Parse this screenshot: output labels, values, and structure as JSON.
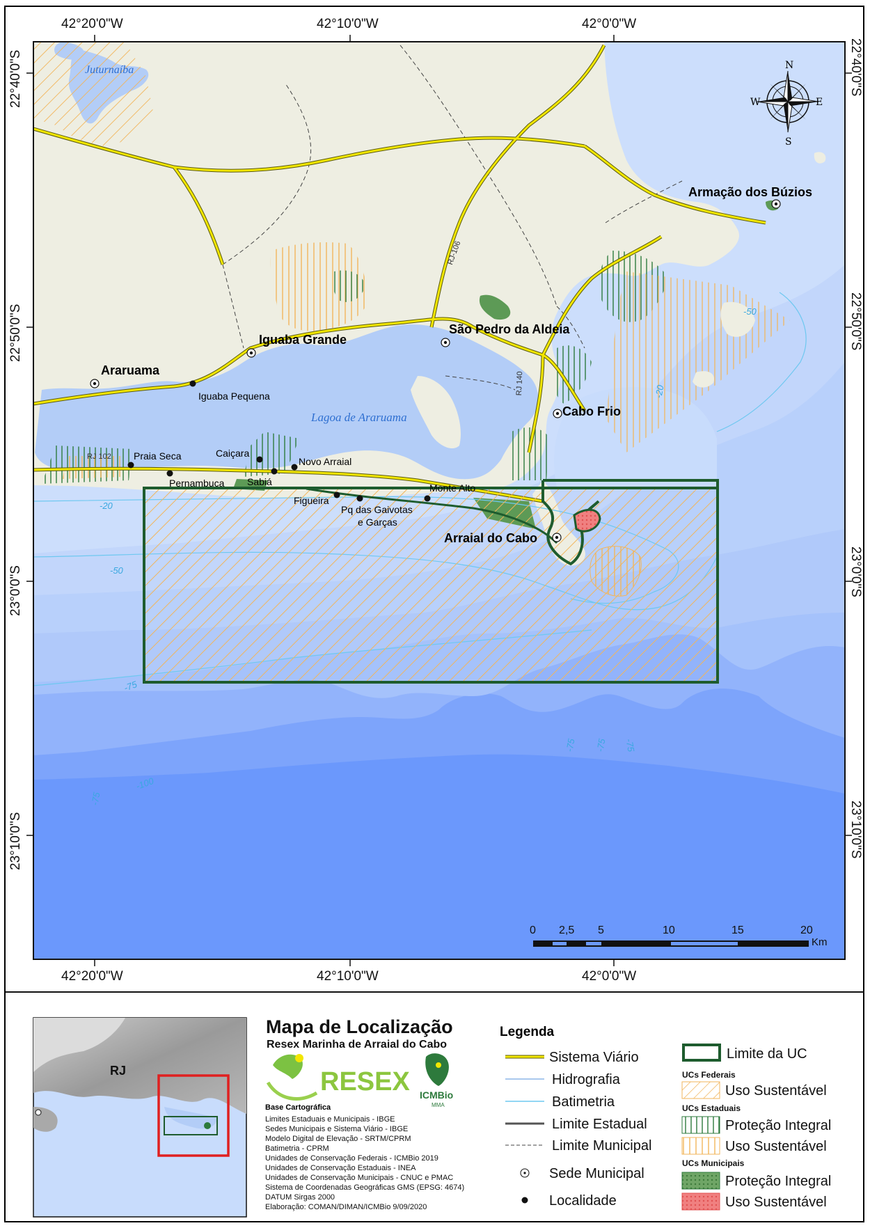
{
  "map": {
    "coords_top": [
      "42°20'0\"W",
      "42°10'0\"W",
      "42°0'0\"W"
    ],
    "coords_bottom": [
      "42°20'0\"W",
      "42°10'0\"W",
      "42°0'0\"W"
    ],
    "coords_left": [
      "22°40'0\"S",
      "22°50'0\"S",
      "23°0'0\"S",
      "23°10'0\"S"
    ],
    "coords_right": [
      "22°40'0\"S",
      "22°50'0\"S",
      "23°0'0\"S",
      "23°10'0\"S"
    ],
    "water_names": [
      "Juturnaíba",
      "Lagoa de Araruama"
    ],
    "road_labels": [
      "RJ-106",
      "RJ 140",
      "RJ 102"
    ],
    "towns": [
      "Armação dos Búzios",
      "São Pedro da Aldeia",
      "Iguaba Grande",
      "Araruama",
      "Cabo Frio",
      "Arraial do Cabo"
    ],
    "localities": [
      "Iguaba Pequena",
      "Praia Seca",
      "Caiçara",
      "Novo Arraial",
      "Pernambuca",
      "Sabiá",
      "Figueira",
      "Monte Alto",
      "Pq das Gaivotas",
      "e Garças"
    ],
    "depths": [
      "-20",
      "-20",
      "-50",
      "-50",
      "-75",
      "-75",
      "-75",
      "-75",
      "-100",
      "-75"
    ],
    "compass": {
      "n": "N",
      "s": "S",
      "e": "E",
      "w": "W"
    },
    "scale": {
      "ticks": [
        "0",
        "2,5",
        "5",
        "10",
        "15",
        "20"
      ],
      "unit": "Km"
    }
  },
  "inset": {
    "label": "RJ"
  },
  "info": {
    "title": "Mapa de Localização",
    "subtitle": "Resex Marinha de Arraial do Cabo",
    "resex_logo": "RESEX",
    "icmbio_logo": "ICMBio",
    "mma": "MMA",
    "base_title": "Base Cartográfica",
    "base_lines": [
      "Limites Estaduais e Municipais - IBGE",
      "Sedes Municipais  e Sistema Viário - IBGE",
      "Modelo Digital de Elevação - SRTM/CPRM",
      "Batimetria - CPRM",
      "Unidades de Conservação Federais - ICMBio 2019",
      "Unidades de Conservação Estaduais - INEA",
      "Unidades de Conservação Municipais - CNUC e PMAC",
      "Sistema de Coordenadas Geográficas GMS (EPSG: 4674)",
      "DATUM Sirgas 2000",
      "Elaboração: COMAN/DIMAN/ICMBio 9/09/2020"
    ]
  },
  "legend": {
    "title": "Legenda",
    "left_items": [
      "Sistema Viário",
      "Hidrografia",
      "Batimetria",
      "Limite Estadual",
      "Limite Municipal",
      "Sede Municipal",
      "Localidade"
    ],
    "limite_uc": "Limite da UC",
    "group_federais": "UCs Federais",
    "fed_item": "Uso Sustentável",
    "group_estaduais": "UCs Estaduais",
    "est_item1": "Proteção Integral",
    "est_item2": "Uso Sustentável",
    "group_municipais": "UCs Municipais",
    "mun_item1": "Proteção Integral",
    "mun_item2": "Uso Sustentável"
  },
  "colors": {
    "land": "#eeeee2",
    "lagoon": "#b3cdf7",
    "sea1": "#c8dcfc",
    "sea2": "#b0c9fa",
    "sea3": "#92b3fb",
    "sea4": "#7da4fb",
    "sea5": "#6b98fc",
    "road": "#f2e600",
    "uc_border": "#1e5c2e",
    "hatch_orange": "#f2b55b",
    "hatch_green": "#2d7a3c",
    "municipal_pi": "#5d9a56",
    "municipal_us": "#f08080",
    "inset_frame": "#e02020"
  }
}
